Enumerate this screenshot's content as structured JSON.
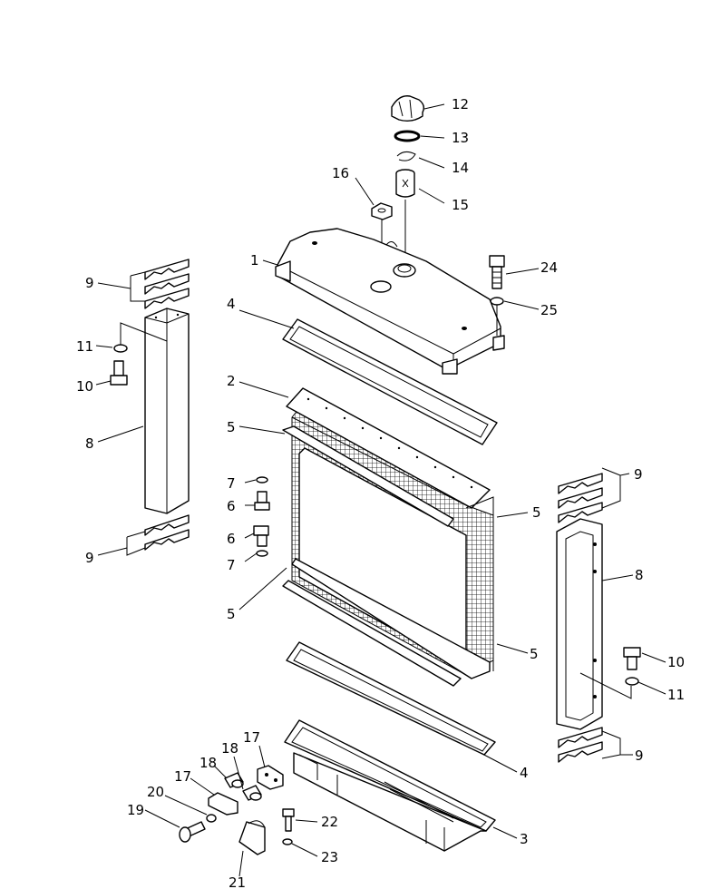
{
  "callouts": {
    "c1": "1",
    "c2": "2",
    "c3": "3",
    "c4a": "4",
    "c4b": "4",
    "c5a": "5",
    "c5b": "5",
    "c5c": "5",
    "c5d": "5",
    "c6a": "6",
    "c6b": "6",
    "c7a": "7",
    "c7b": "7",
    "c8a": "8",
    "c8b": "8",
    "c9a": "9",
    "c9b": "9",
    "c9c": "9",
    "c9d": "9",
    "c10a": "10",
    "c10b": "10",
    "c11a": "11",
    "c11b": "11",
    "c12": "12",
    "c13": "13",
    "c14": "14",
    "c15": "15",
    "c16": "16",
    "c17a": "17",
    "c17b": "17",
    "c18a": "18",
    "c18b": "18",
    "c19": "19",
    "c20": "20",
    "c21": "21",
    "c22": "22",
    "c23": "23",
    "c24": "24",
    "c25": "25"
  }
}
